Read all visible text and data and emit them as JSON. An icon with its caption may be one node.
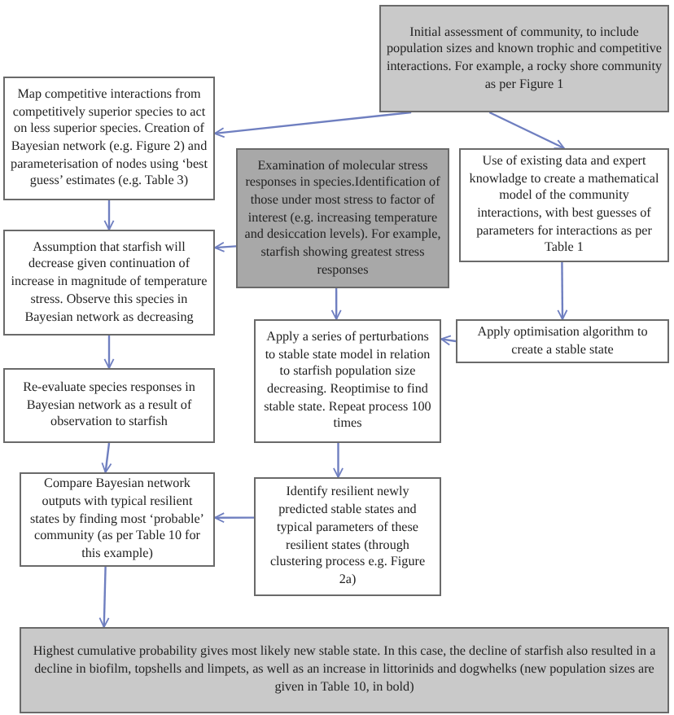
{
  "diagram": {
    "nodes": [
      {
        "text": [
          "Initial assessment of community, to include population sizes and known trophic and competitive interactions. For example, a rocky shore community as per Figure 1"
        ]
      },
      {
        "text": [
          "Map competitive interactions from competitively superior species to act on less superior species. Creation of Bayesian network (e.g. Figure 2) and parameterisation of nodes using ‘best guess’ estimates (e.g. Table 3)"
        ]
      },
      {
        "text": [
          "Examination of molecular stress responses in species.Identification of those under most stress to factor of interest (e.g. increasing temperature and desiccation levels). For example, starfish showing greatest stress responses"
        ]
      },
      {
        "text": [
          "Use of existing data and expert knowladge to create a mathematical model of the community interactions, with best guesses of parameters for interactions as per Table 1"
        ]
      },
      {
        "text": [
          "Assumption that starfish will decrease given continuation of increase in magnitude of temperature stress. Observe this species in Bayesian network as decreasing"
        ]
      },
      {
        "text": [
          "Apply optimisation algorithm to create a stable state"
        ]
      },
      {
        "text": [
          "Apply a series of perturbations to stable state model in relation to starfish population size decreasing. Reoptimise to find stable state. Repeat process 100 times"
        ]
      },
      {
        "text": [
          "Re-evaluate species responses in Bayesian network as a result of observation to starfish"
        ]
      },
      {
        "text": [
          "Compare Bayesian network outputs with typical resilient states by finding most ‘probable’ community (as per Table 10 for this example)"
        ]
      },
      {
        "text": [
          "Identify resilient newly predicted stable states and typical parameters of these resilient states (through clustering process e.g. Figure 2a)"
        ]
      },
      {
        "text": [
          "Highest cumulative probability gives most likely new stable state. In this case, the decline of starfish also resulted in a decline in biofilm, topshells and limpets, as well as an increase in littorinids and dogwhelks (new population sizes are given in Table 10, in bold)"
        ]
      }
    ],
    "edges": [
      {
        "from": 0,
        "to": 1,
        "arrow": "to"
      },
      {
        "from": 0,
        "to": 3,
        "arrow": "to"
      },
      {
        "from": 1,
        "to": 4,
        "arrow": "to"
      },
      {
        "from": 2,
        "to": 4,
        "arrow": "to"
      },
      {
        "from": 2,
        "to": 6,
        "arrow": "to"
      },
      {
        "from": 3,
        "to": 5,
        "arrow": "to"
      },
      {
        "from": 5,
        "to": 6,
        "arrow": "to"
      },
      {
        "from": 4,
        "to": 7,
        "arrow": "to"
      },
      {
        "from": 6,
        "to": 9,
        "arrow": "to"
      },
      {
        "from": 7,
        "to": 8,
        "arrow": "to"
      },
      {
        "from": 9,
        "to": 8,
        "arrow": "to"
      },
      {
        "from": 8,
        "to": 10,
        "arrow": "to"
      }
    ]
  }
}
